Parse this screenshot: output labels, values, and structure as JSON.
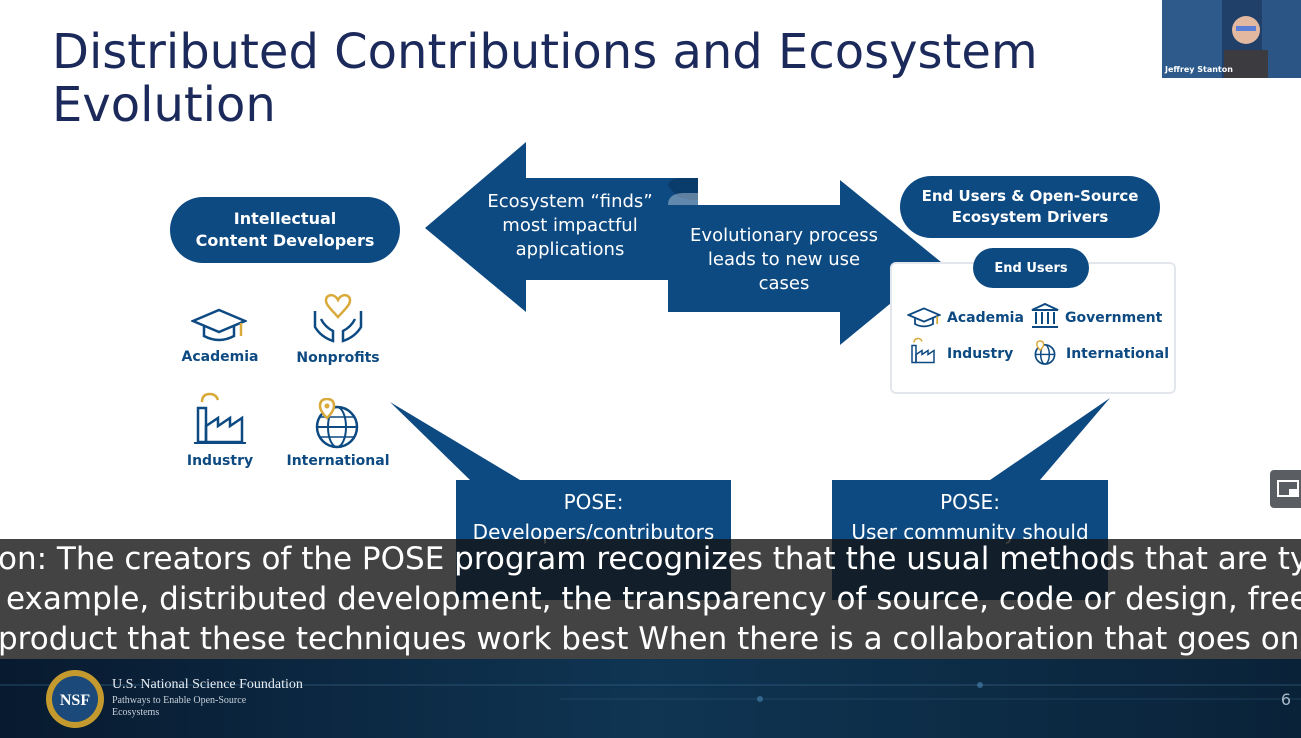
{
  "slide": {
    "title_line1": "Distributed Contributions and Ecosystem",
    "title_line2": "Evolution",
    "left_pill": [
      "Intellectual",
      "Content Developers"
    ],
    "left_icons": {
      "academia": "Academia",
      "nonprofits": "Nonprofits",
      "industry": "Industry",
      "international": "International"
    },
    "left_arrow_text": [
      "Ecosystem “finds”",
      "most impactful",
      "applications"
    ],
    "right_arrow_text": [
      "Evolutionary process",
      "leads to new use",
      "cases"
    ],
    "right_pill": [
      "End Users & Open-Source",
      "Ecosystem Drivers"
    ],
    "end_users_label": "End Users",
    "end_users": {
      "academia": "Academia",
      "government": "Government",
      "industry": "Industry",
      "international": "International"
    },
    "pose_left": [
      "POSE:",
      "Developers/contributors"
    ],
    "pose_right": [
      "POSE:",
      "User community should"
    ],
    "slide_number": "6"
  },
  "footer": {
    "org": "U.S. National Science Foundation",
    "program_line1": "Pathways to Enable Open-Source",
    "program_line2": "Ecosystems",
    "logo_text": "NSF"
  },
  "video": {
    "speaker_name": "Jeffrey Stanton"
  },
  "captions": [
    "on: The creators of the POSE program recognizes that the usual methods that are typical f",
    "example, distributed development, the transparency of source, code or design, free use a",
    "product that these techniques work best When there is a collaboration that goes on betw"
  ],
  "colors": {
    "navy": "#1c2a5b",
    "blue": "#0d4a82",
    "gold": "#d9a93a"
  },
  "icons": {
    "academia": "graduation-cap-icon",
    "nonprofits": "heart-hands-icon",
    "industry": "factory-icon",
    "international": "globe-pin-icon",
    "government": "building-columns-icon",
    "pip": "picture-in-picture-icon"
  }
}
